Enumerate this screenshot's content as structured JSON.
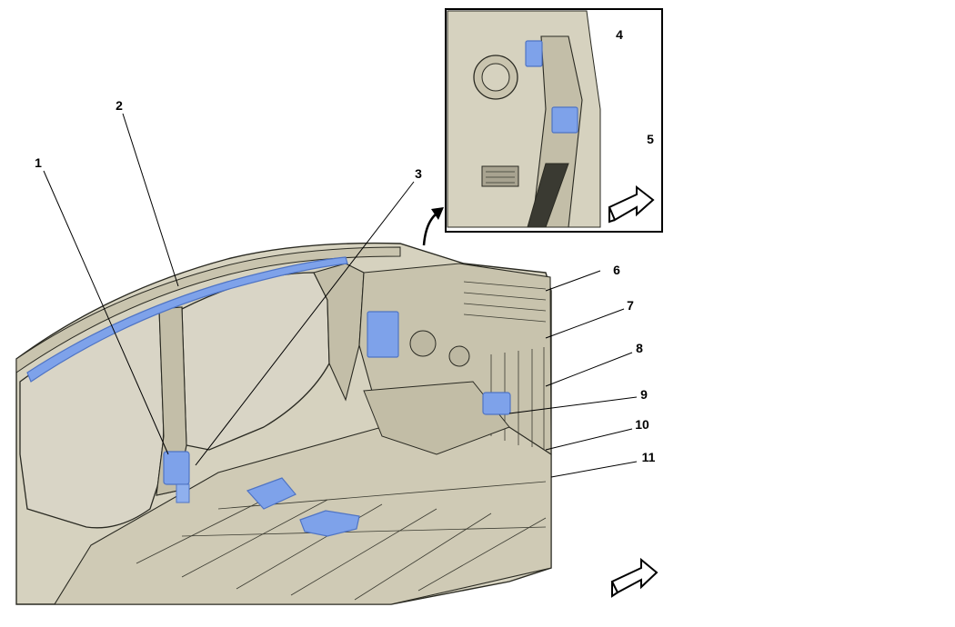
{
  "colors": {
    "body": "#d6d2bf",
    "body_dark": "#bdb8a2",
    "component": "#7ea2ea",
    "component_dark": "#4f74c4",
    "line": "#2a2a22"
  },
  "callouts": [
    {
      "label": "1"
    },
    {
      "label": "2"
    },
    {
      "label": "3"
    },
    {
      "label": "4"
    },
    {
      "label": "5"
    },
    {
      "label": "6"
    },
    {
      "label": "7"
    },
    {
      "label": "8"
    },
    {
      "label": "9"
    },
    {
      "label": "10"
    },
    {
      "label": "11"
    }
  ],
  "icons": {
    "inset_direction": "forward-arrow-icon",
    "main_direction": "forward-arrow-icon",
    "inset_pointer": "curved-arrow-icon"
  }
}
